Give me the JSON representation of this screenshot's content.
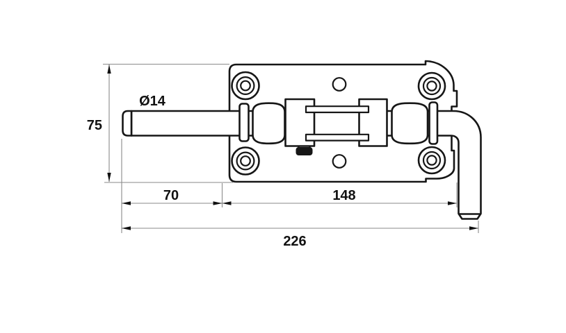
{
  "drawing": {
    "kind": "technical line drawing of a slide bolt gate latch, dimensioned",
    "labels": {
      "diameter": "Ø14",
      "height": "75",
      "pin_offset": "70",
      "plate_width": "148",
      "total_length": "226"
    },
    "colors": {
      "outline": "#161616",
      "dimension_lines": "#8a8a8a",
      "background": "#ffffff"
    }
  }
}
